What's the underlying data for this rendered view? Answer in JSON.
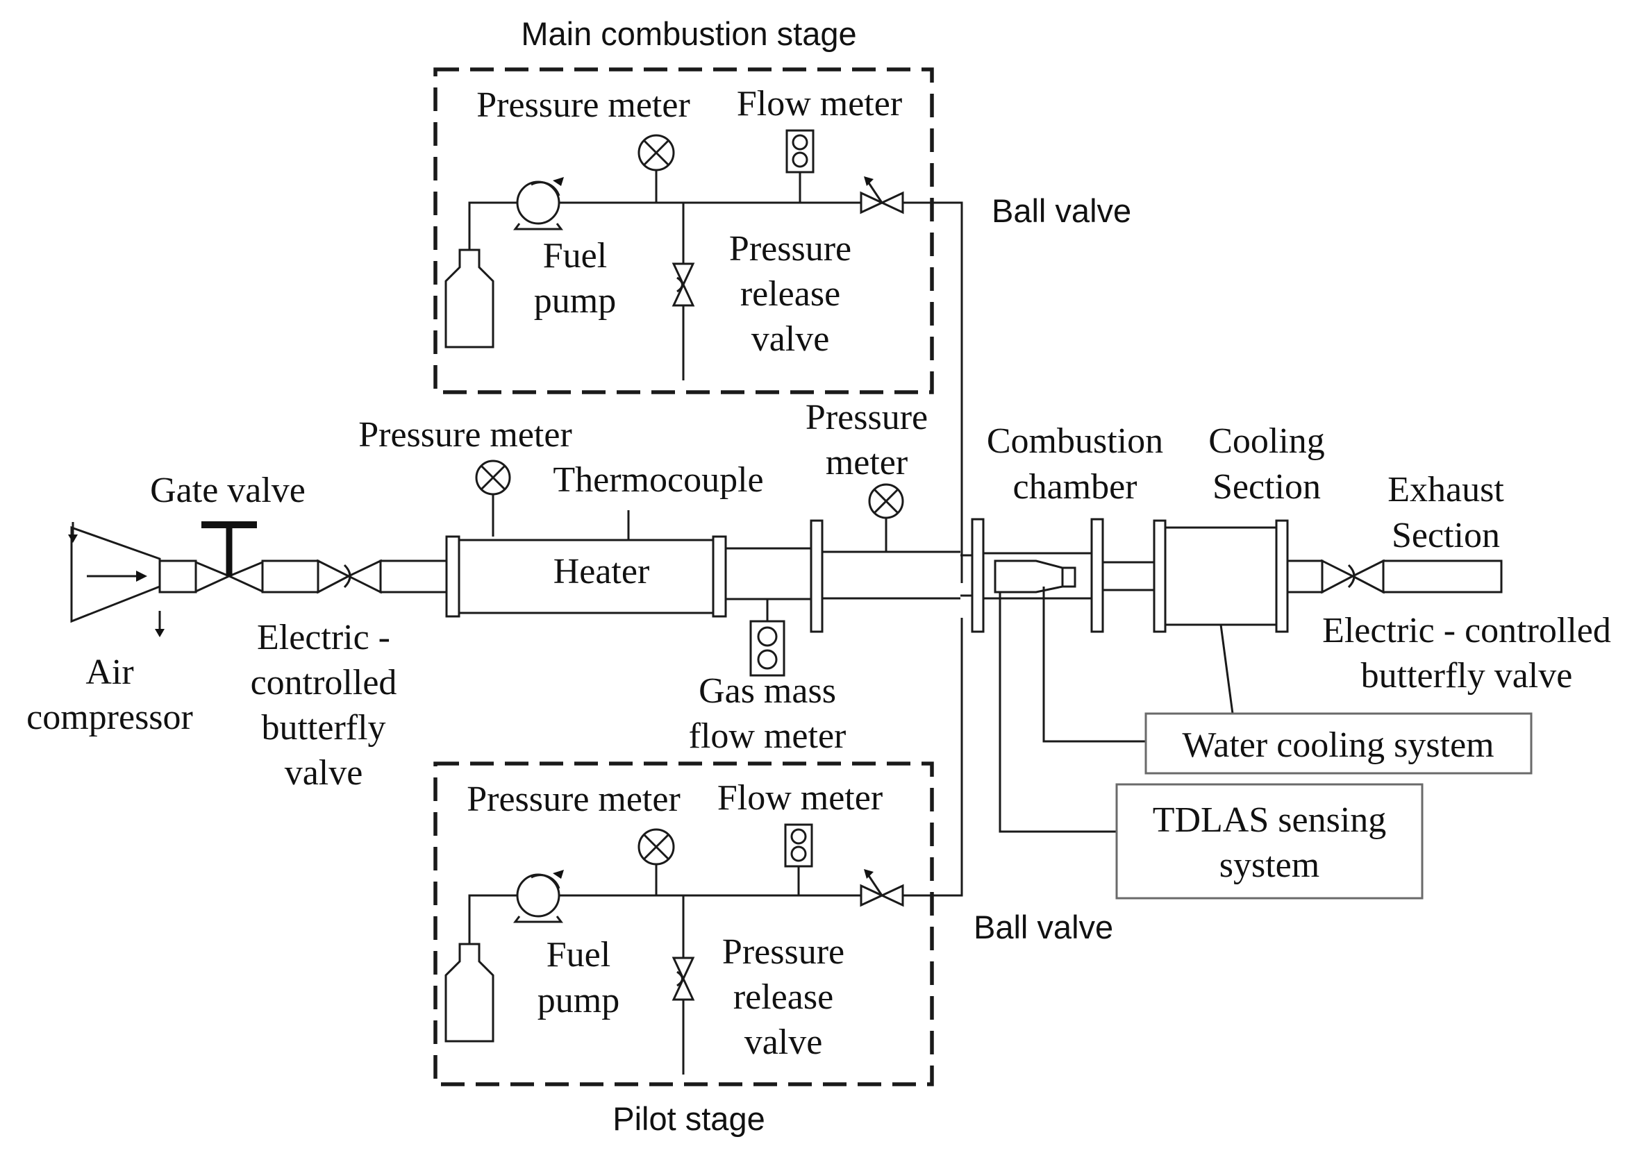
{
  "labels": {
    "main_stage": "Main combustion stage",
    "pilot_stage": "Pilot stage",
    "pressure_meter": "Pressure meter",
    "flow_meter": "Flow meter",
    "ball_valve": "Ball valve",
    "fuel": "Fuel",
    "pump": "pump",
    "pressure": "Pressure",
    "release": "release",
    "valve": "valve",
    "meter": "meter",
    "thermocouple": "Thermocouple",
    "heater": "Heater",
    "gate_valve": "Gate valve",
    "air": "Air",
    "compressor": "compressor",
    "electric_controlled": "Electric -",
    "controlled": "controlled",
    "butterfly": "butterfly",
    "gas_mass": "Gas mass",
    "flow_meter_lower": "flow meter",
    "combustion": "Combustion",
    "chamber": "chamber",
    "cooling": "Cooling",
    "section": "Section",
    "exhaust": "Exhaust",
    "exhaust_valve_line1": "Electric - controlled",
    "exhaust_valve_line2": "butterfly valve",
    "water_cooling": "Water cooling system",
    "tdlas_line1": "TDLAS sensing",
    "tdlas_line2": "system"
  }
}
